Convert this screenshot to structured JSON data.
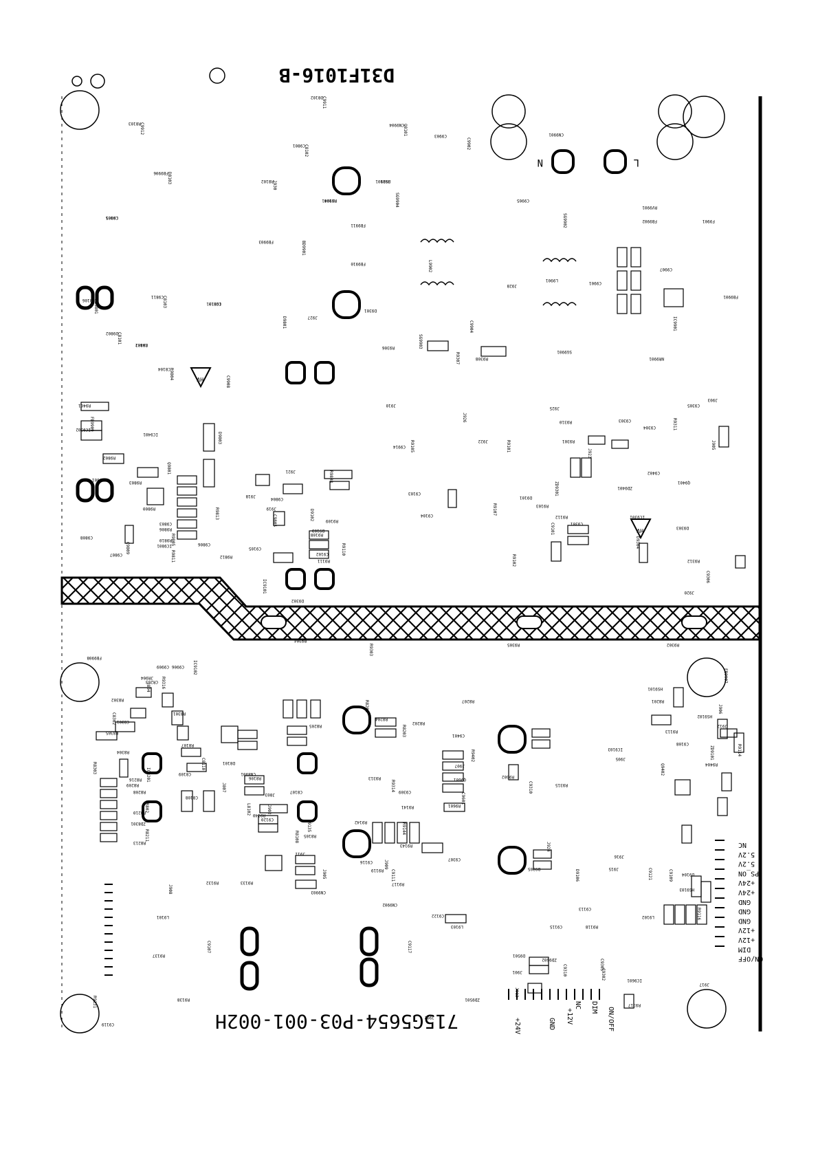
{
  "title": {
    "board_id": "D31F1016-B",
    "part_number": "715G5654-P03-001-002H"
  },
  "marks": {
    "n": "N",
    "l": "L",
    "hv": "HV"
  },
  "pin_labels": [
    "NC",
    "5.2V",
    "5.2V",
    "PS_ON",
    "+24V",
    "+24V",
    "GND",
    "GND",
    "GND",
    "+12V",
    "+12V",
    "DIM",
    "ON/OFF"
  ],
  "bottom_labels": [
    "ON/OFF",
    "DIM",
    "NC",
    "+12V",
    "GND",
    "+24V"
  ],
  "refdes": [
    "C9912",
    "FB9906",
    "L9801",
    "HS9801",
    "D9802",
    "C9802",
    "R9804",
    "C9811",
    "C9810",
    "J930",
    "C9801",
    "HS9901",
    "C9911",
    "CN9904",
    "J929",
    "SG9904",
    "FB9911",
    "FB9910",
    "BD9901",
    "FB9903",
    "J927",
    "D9801",
    "D9301",
    "C9903",
    "C9902",
    "CN9901",
    "C9905",
    "SG9902",
    "FB9902",
    "RV9901",
    "L9902",
    "L9901",
    "J928",
    "C9904",
    "C9907",
    "C9901",
    "IC9901",
    "FB9901",
    "F9901",
    "SG9903",
    "SG9901",
    "R9306",
    "R9307",
    "R9308",
    "NR9901",
    "C9908",
    "J910",
    "J925",
    "J926",
    "C9914",
    "J922",
    "R9101",
    "R9310",
    "R9301",
    "J923",
    "C9303",
    "C9304",
    "R9311",
    "C9305",
    "J903",
    "J905",
    "C9402",
    "Q9401",
    "ZD9301",
    "ZD9401",
    "IC9301",
    "D9304",
    "D9303",
    "R9312",
    "C9306",
    "J920",
    "R9401",
    "FB9909",
    "IC9302",
    "IC9401",
    "D9803",
    "R9802",
    "R9801",
    "Q9801",
    "R9803",
    "R9800",
    "R9813",
    "C9803",
    "R9806",
    "R9805",
    "R9810",
    "IC9801",
    "R9811",
    "C9808",
    "C9807",
    "C9809",
    "C9806",
    "R9812",
    "R9808",
    "J921",
    "C9804",
    "C9805",
    "J918",
    "J919",
    "D9102",
    "R9109",
    "C9105",
    "IC9101",
    "D9103",
    "R9108",
    "R9110",
    "C9102",
    "R9111",
    "R9105",
    "C9103",
    "C9104",
    "R9107",
    "D9101",
    "R9103",
    "C9101",
    "R9112",
    "C9301",
    "R9102",
    "D9302",
    "R9304",
    "R9303",
    "R9305",
    "R9302",
    "FB9907",
    "HS9101",
    "FB9908",
    "IC9102",
    "C9906",
    "C9909",
    "R9316",
    "JR904",
    "CR203",
    "J804",
    "R8301",
    "R8302",
    "C8302",
    "C8301",
    "R8305",
    "R8303",
    "R8304",
    "R8209",
    "IC8201",
    "R8216",
    "R8208",
    "JR802",
    "R8210",
    "ZD8301",
    "R8211",
    "R8213",
    "R8207",
    "R8206",
    "R8205",
    "R8204",
    "R8203",
    "R8202",
    "R8201",
    "J906",
    "HS9102",
    "J912",
    "R9114",
    "R9113",
    "C9108",
    "ZD9101",
    "IC9103",
    "J905",
    "Q9402",
    "R9404",
    "C9401",
    "R9402",
    "J907",
    "Q9601",
    "C9601",
    "R9601",
    "R9602",
    "C9310",
    "R9315",
    "R9313",
    "R9314",
    "C9309",
    "R9141",
    "R9144",
    "R9142",
    "R9143",
    "J924",
    "C9307",
    "D9305",
    "D9106",
    "J916",
    "J915",
    "C9109",
    "D9104",
    "HS9103",
    "C9121",
    "C9113",
    "L9102",
    "R9116",
    "R9118",
    "C9115",
    "C9310",
    "D9501",
    "ZD9602",
    "C9305",
    "IC9601",
    "R9317",
    "C9302",
    "J917",
    "J901",
    "J913",
    "ZD9501",
    "J902",
    "C9117",
    "C9122",
    "L9103",
    "C9111",
    "R9117",
    "R9119",
    "J909",
    "C9116",
    "CN9902",
    "J905",
    "J911",
    "CN9903",
    "J908",
    "L9101",
    "R9137",
    "C9107",
    "R9138",
    "C9119",
    "R9131",
    "R9132",
    "R9133",
    "R9135",
    "C9120",
    "R9140",
    "J902",
    "C8107",
    "C8108",
    "L8102",
    "J803",
    "C8109",
    "J807",
    "CN8901",
    "R8107",
    "C8110",
    "D8101",
    "R8106",
    "R8108",
    "R8105",
    "R8103",
    "D8103",
    "C8105",
    "C8106",
    "C8101",
    "R8101",
    "C8104",
    "C8103",
    "IC8101",
    "R8102",
    "C8102",
    "R8104",
    "D8102",
    "Q8101",
    "HS8101"
  ]
}
